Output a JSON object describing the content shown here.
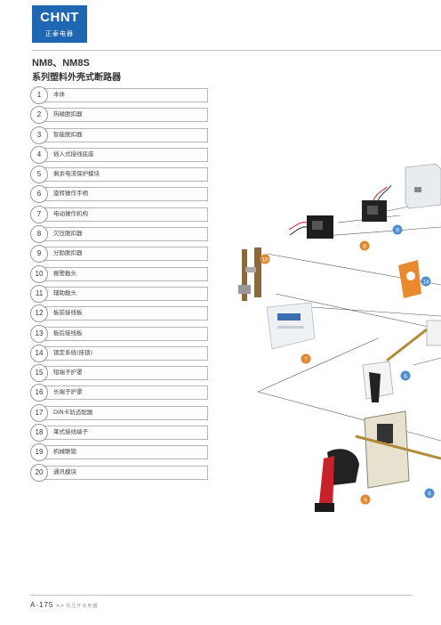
{
  "header": {
    "brand": "CHNT",
    "brand_sub": "正泰电器"
  },
  "title": {
    "line1": "NM8、NM8S",
    "line2": "系列塑料外壳式断路器"
  },
  "parts": [
    {
      "num": "1",
      "label": "本体"
    },
    {
      "num": "2",
      "label": "热磁脱扣器"
    },
    {
      "num": "3",
      "label": "智能脱扣器"
    },
    {
      "num": "4",
      "label": "插入式接线底座"
    },
    {
      "num": "5",
      "label": "剩余电流保护模块"
    },
    {
      "num": "6",
      "label": "旋转操作手柄"
    },
    {
      "num": "7",
      "label": "电动操作机构"
    },
    {
      "num": "8",
      "label": "欠压脱扣器"
    },
    {
      "num": "9",
      "label": "分励脱扣器"
    },
    {
      "num": "10",
      "label": "报警触头"
    },
    {
      "num": "11",
      "label": "辅助触头"
    },
    {
      "num": "12",
      "label": "板前接线板"
    },
    {
      "num": "13",
      "label": "板后接线板"
    },
    {
      "num": "14",
      "label": "锁定系统(挂锁)"
    },
    {
      "num": "15",
      "label": "短端子护罩"
    },
    {
      "num": "16",
      "label": "长端子护罩"
    },
    {
      "num": "17",
      "label": "DIN卡轨适配器"
    },
    {
      "num": "18",
      "label": "莱式接线端子"
    },
    {
      "num": "19",
      "label": "机械联锁"
    },
    {
      "num": "20",
      "label": "通讯模块"
    }
  ],
  "callouts": {
    "c10": "10",
    "c8": "8",
    "c9": "9",
    "c14": "14",
    "c7": "7",
    "c6a": "6",
    "c6b": "6",
    "c6c": "6"
  },
  "footer": {
    "page": "A-175",
    "arrows": ">>",
    "category": "低压开关电器"
  },
  "colors": {
    "brand_blue": "#1f66b3",
    "callout_blue": "#4f8fd0",
    "callout_orange": "#e0892e",
    "handle_red": "#c8212b"
  }
}
